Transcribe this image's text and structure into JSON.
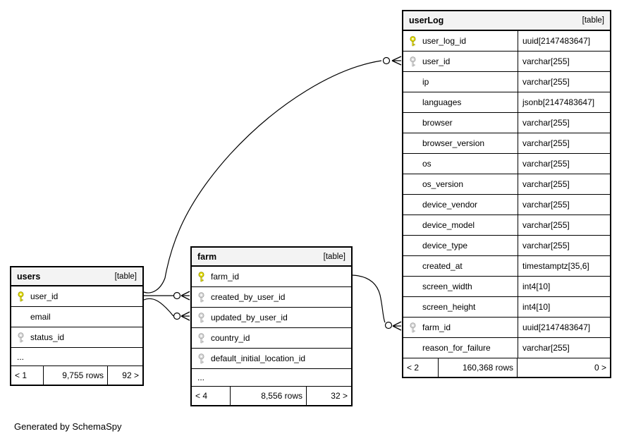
{
  "note": "Generated by SchemaSpy",
  "tables": {
    "users": {
      "name": "users",
      "badge": "[table]",
      "columns": [
        {
          "name": "user_id",
          "key": "primary"
        },
        {
          "name": "email",
          "key": ""
        },
        {
          "name": "status_id",
          "key": "foreign"
        }
      ],
      "ellipsis": "...",
      "footer": {
        "parents": "< 1",
        "rows": "9,755 rows",
        "children": "92 >"
      }
    },
    "farm": {
      "name": "farm",
      "badge": "[table]",
      "columns": [
        {
          "name": "farm_id",
          "key": "primary"
        },
        {
          "name": "created_by_user_id",
          "key": "foreign"
        },
        {
          "name": "updated_by_user_id",
          "key": "foreign"
        },
        {
          "name": "country_id",
          "key": "foreign"
        },
        {
          "name": "default_initial_location_id",
          "key": "foreign"
        }
      ],
      "ellipsis": "...",
      "footer": {
        "parents": "< 4",
        "rows": "8,556 rows",
        "children": "32 >"
      }
    },
    "userLog": {
      "name": "userLog",
      "badge": "[table]",
      "columns": [
        {
          "name": "user_log_id",
          "key": "primary",
          "type": "uuid[2147483647]"
        },
        {
          "name": "user_id",
          "key": "foreign",
          "type": "varchar[255]"
        },
        {
          "name": "ip",
          "key": "",
          "type": "varchar[255]"
        },
        {
          "name": "languages",
          "key": "",
          "type": "jsonb[2147483647]"
        },
        {
          "name": "browser",
          "key": "",
          "type": "varchar[255]"
        },
        {
          "name": "browser_version",
          "key": "",
          "type": "varchar[255]"
        },
        {
          "name": "os",
          "key": "",
          "type": "varchar[255]"
        },
        {
          "name": "os_version",
          "key": "",
          "type": "varchar[255]"
        },
        {
          "name": "device_vendor",
          "key": "",
          "type": "varchar[255]"
        },
        {
          "name": "device_model",
          "key": "",
          "type": "varchar[255]"
        },
        {
          "name": "device_type",
          "key": "",
          "type": "varchar[255]"
        },
        {
          "name": "created_at",
          "key": "",
          "type": "timestamptz[35,6]"
        },
        {
          "name": "screen_width",
          "key": "",
          "type": "int4[10]"
        },
        {
          "name": "screen_height",
          "key": "",
          "type": "int4[10]"
        },
        {
          "name": "farm_id",
          "key": "foreign",
          "type": "uuid[2147483647]"
        },
        {
          "name": "reason_for_failure",
          "key": "",
          "type": "varchar[255]"
        }
      ],
      "footer": {
        "parents": "< 2",
        "rows": "160,368 rows",
        "children": "0 >"
      }
    }
  },
  "relationships": [
    {
      "from": "users.user_id",
      "to": "userLog.user_id"
    },
    {
      "from": "users.user_id",
      "to": "farm.created_by_user_id"
    },
    {
      "from": "users.user_id",
      "to": "farm.updated_by_user_id"
    },
    {
      "from": "farm.farm_id",
      "to": "userLog.farm_id"
    }
  ]
}
